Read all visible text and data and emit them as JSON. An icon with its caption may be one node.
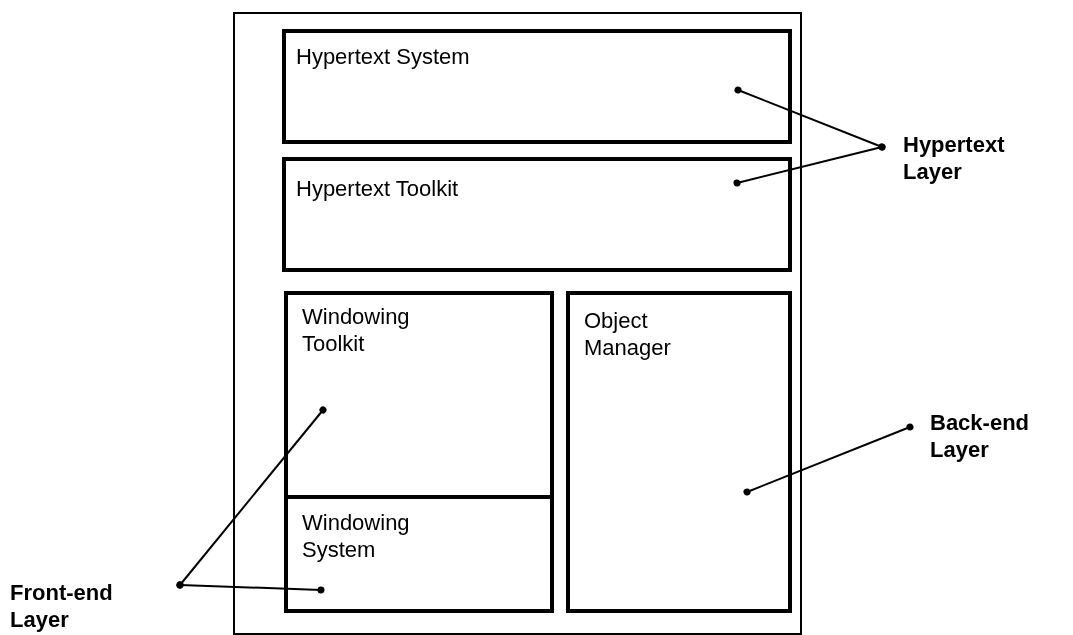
{
  "diagram": {
    "nodes": [
      {
        "text": [],
        "shape": "box"
      },
      {
        "text": [
          "Hypertext System"
        ],
        "in": 0
      },
      {
        "text": [
          "Hypertext Toolkit"
        ],
        "in": 0
      },
      {
        "text": [
          "Windowing Toolkit"
        ],
        "in": 0
      },
      {
        "text": [
          "Windowing System"
        ],
        "in": 0
      },
      {
        "text": [
          "Object Manager"
        ],
        "in": 0
      },
      {
        "text": [
          "Hypertext Layer"
        ]
      },
      {
        "text": [
          "Back-end Layer"
        ]
      },
      {
        "text": [
          "Front-end Layer"
        ]
      }
    ],
    "edges": [
      {
        "from": 6,
        "to": 1,
        "arrow": "other"
      },
      {
        "from": 6,
        "to": 2,
        "arrow": "other"
      },
      {
        "from": 7,
        "to": 5,
        "arrow": "other"
      },
      {
        "from": 8,
        "to": 3,
        "arrow": "other"
      },
      {
        "from": 8,
        "to": 4,
        "arrow": "other"
      }
    ]
  }
}
